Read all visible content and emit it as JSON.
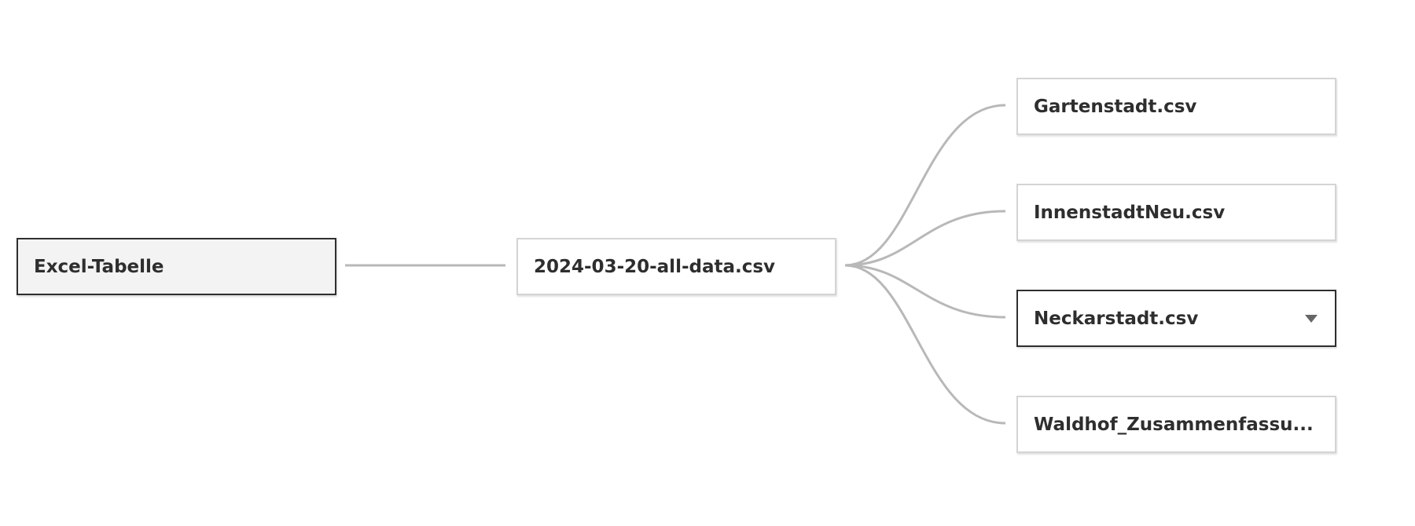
{
  "flow": {
    "source": {
      "label": "Excel-Tabelle"
    },
    "intermediate": {
      "label": "2024-03-20-all-data.csv"
    },
    "outputs": [
      {
        "label": "Gartenstadt.csv"
      },
      {
        "label": "InnenstadtNeu.csv"
      },
      {
        "label": "Neckarstadt.csv",
        "selected": true,
        "icon": "chevron-down-icon"
      },
      {
        "label": "Waldhof_Zusammenfassu..."
      }
    ]
  },
  "colors": {
    "connector": "#b8b8b8",
    "node_border": "#d4d4d4",
    "selected_border": "#2f2f2f",
    "source_fill": "#f3f3f3",
    "text": "#2e2e2e"
  }
}
